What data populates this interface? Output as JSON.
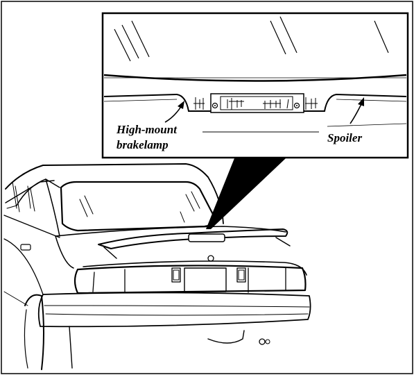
{
  "callouts": {
    "brakelamp_line1": "High-mount",
    "brakelamp_line2": "brakelamp",
    "spoiler": "Spoiler"
  }
}
